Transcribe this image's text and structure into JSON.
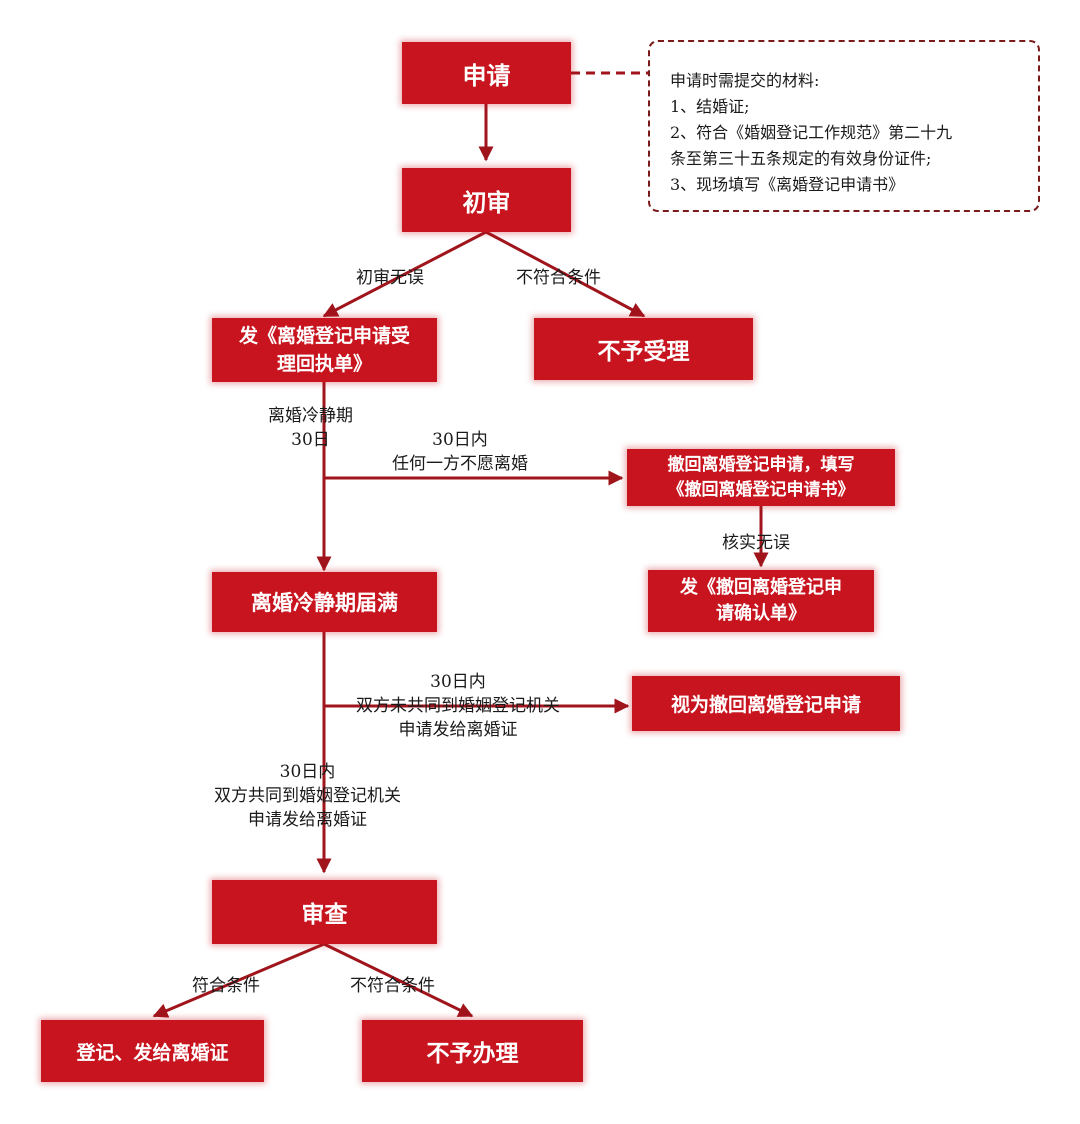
{
  "colors": {
    "box": "#c8141e",
    "line": "#a0141c",
    "text": "#1a1a1a",
    "note_border": "#7a1a1a"
  },
  "nodes": {
    "apply": "申请",
    "initial_review": "初审",
    "issue_receipt": [
      "发《离婚登记申请受",
      "理回执单》"
    ],
    "reject_initial": "不予受理",
    "cooling_complete": "离婚冷静期届满",
    "withdraw_application": [
      "撤回离婚登记申请，填写",
      "《撤回离婚登记申请书》"
    ],
    "issue_withdraw_confirm": [
      "发《撤回离婚登记申",
      "请确认单》"
    ],
    "deemed_withdrawn": "视为撤回离婚登记申请",
    "examination": "审查",
    "register_issue": "登记、发给离婚证",
    "reject_final": "不予办理"
  },
  "labels": {
    "initial_ok": "初审无误",
    "initial_not_qualified": "不符合条件",
    "cooling_period": [
      "离婚冷静期",
      "30日"
    ],
    "either_unwilling": [
      "30日内",
      "任何一方不愿离婚"
    ],
    "verified_ok": "核实无误",
    "both_not_come": [
      "30日内",
      "双方未共同到婚姻登记机关",
      "申请发给离婚证"
    ],
    "both_come": [
      "30日内",
      "双方共同到婚姻登记机关",
      "申请发给离婚证"
    ],
    "final_qualified": "符合条件",
    "final_not_qualified": "不符合条件"
  },
  "materials_note": {
    "title": "申请时需提交的材料:",
    "items": [
      "1、结婚证;",
      "2、符合《婚姻登记工作规范》第二十九",
      "条至第三十五条规定的有效身份证件;",
      "3、现场填写《离婚登记申请书》"
    ]
  }
}
